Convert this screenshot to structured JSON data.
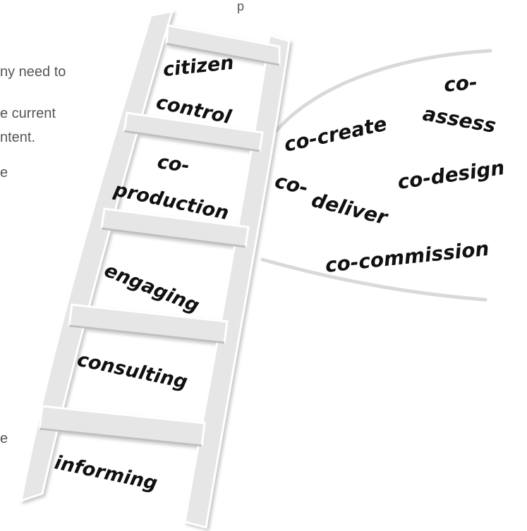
{
  "background_text": {
    "line_top": "p",
    "line_1": "ny need to",
    "line_2": "e current",
    "line_3": "ntent.",
    "line_4": "e",
    "line_5": "e"
  },
  "ladder_rungs": [
    {
      "label_line1": "citizen",
      "label_line2": "control"
    },
    {
      "label_line1": "co-",
      "label_line2": "production"
    },
    {
      "label_line1": "engaging"
    },
    {
      "label_line1": "consulting"
    },
    {
      "label_line1": "informing"
    }
  ],
  "co_terms": {
    "assess_1": "co-",
    "assess_2": "assess",
    "create": "co-create",
    "design": "co-design",
    "deliver_1": "co-",
    "deliver_2": "deliver",
    "commission": "co-commission"
  },
  "colors": {
    "ladder_fill": "#e6e6e6",
    "ladder_shadow": "#bfbfbf",
    "ladder_edge": "#ffffff",
    "bracket": "#d9d9d9",
    "ink": "#111111"
  }
}
